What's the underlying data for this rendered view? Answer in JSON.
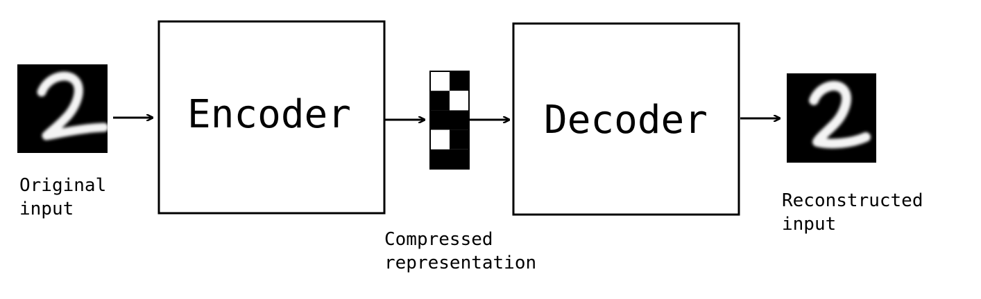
{
  "encoder": {
    "label": "Encoder"
  },
  "decoder": {
    "label": "Decoder"
  },
  "captions": {
    "original": [
      "Original",
      "input"
    ],
    "compressed": [
      "Compressed",
      "representation"
    ],
    "reconstructed": [
      "Reconstructed",
      "input"
    ]
  },
  "digit_images": {
    "original": "handwritten-digit-2",
    "reconstructed": "handwritten-digit-2-reconstructed"
  },
  "code_grid": {
    "rows": 5,
    "cols": 2,
    "cells": [
      [
        1,
        0
      ],
      [
        0,
        1
      ],
      [
        0,
        0
      ],
      [
        1,
        0
      ],
      [
        0,
        0
      ]
    ]
  },
  "colors": {
    "stroke": "#000000",
    "image_bg": "#000000",
    "digit": "#f4f4f4"
  }
}
